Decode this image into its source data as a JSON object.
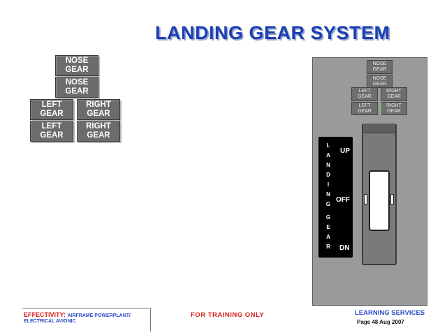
{
  "title": "LANDING GEAR SYSTEM",
  "legend_lights": {
    "nose_1": "NOSE GEAR",
    "nose_2": "NOSE GEAR",
    "left_1": "LEFT GEAR",
    "right_1": "RIGHT GEAR",
    "left_2": "LEFT GEAR",
    "right_2": "RIGHT GEAR"
  },
  "panel": {
    "lights": {
      "nose_1": "NOSE GEAR",
      "nose_2": "NOSE GEAR",
      "left_1": "LEFT GEAR",
      "right_1": "RIGHT GEAR",
      "left_2": "LEFT GEAR",
      "right_2": "RIGHT GEAR"
    },
    "placard_letters": [
      "L",
      "A",
      "N",
      "D",
      "I",
      "N",
      "G",
      "",
      "G",
      "E",
      "A",
      "R"
    ],
    "positions": {
      "up": "UP",
      "off": "OFF",
      "dn": "DN"
    }
  },
  "footer": {
    "effectivity_label": "EFFECTIVITY:",
    "effectivity_value_1": "AIRFRAME POWERPLANT/",
    "effectivity_value_2": "ELECTRICAL AVIONIC",
    "training": "FOR TRAINING ONLY",
    "learning_services": "LEARNING SERVICES",
    "page_info": "Page 48 Aug 2007"
  },
  "colors": {
    "title": "#1a3fb5",
    "lamp": "#6c6c6c",
    "panel": "#9a9a9a",
    "footer_red": "#d91e1e",
    "footer_blue": "#2a49c8"
  }
}
